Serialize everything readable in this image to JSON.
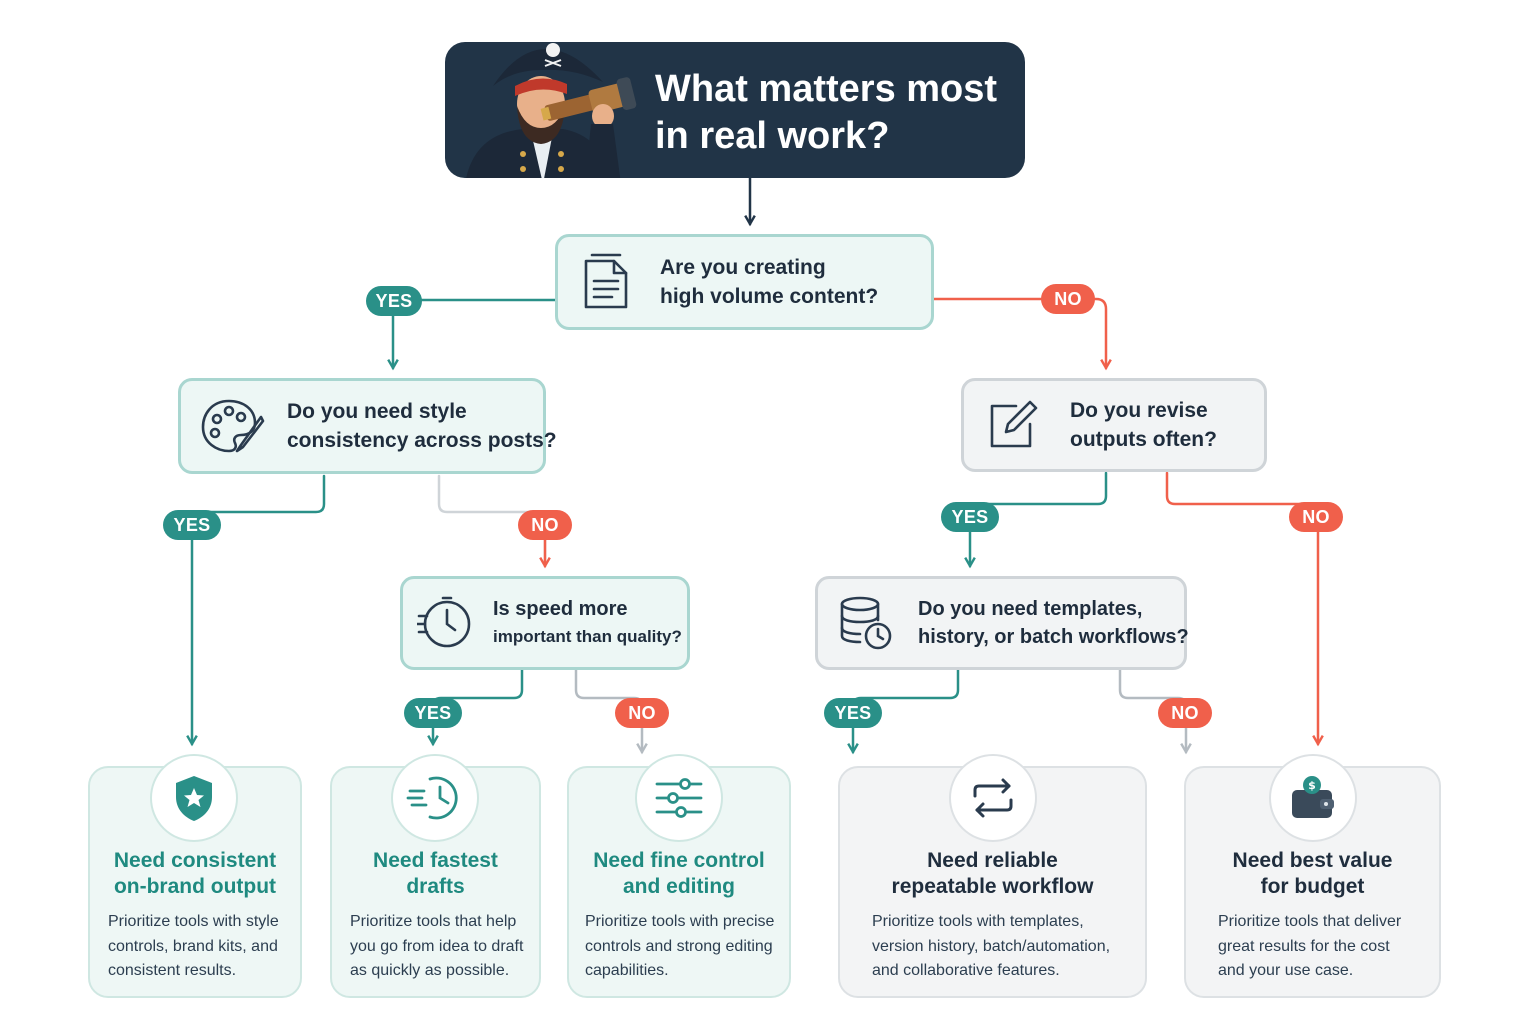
{
  "header": {
    "title_lines": [
      "What matters most",
      "in real work?"
    ],
    "icon": "pirate-telescope-icon"
  },
  "questions": [
    {
      "id": "high-volume",
      "icon": "document-icon",
      "lines": [
        "Are you creating",
        "high volume content?"
      ]
    },
    {
      "id": "style-consistency",
      "icon": "palette-icon",
      "lines": [
        "Do you need style",
        "consistency across posts?"
      ]
    },
    {
      "id": "revise-often",
      "icon": "edit-icon",
      "lines": [
        "Do you revise",
        "outputs often?"
      ]
    },
    {
      "id": "speed-vs-quality",
      "icon": "timer-icon",
      "lines": [
        "Is speed more",
        "important than quality?"
      ]
    },
    {
      "id": "templates-history",
      "icon": "database-clock-icon",
      "lines": [
        "Do you need templates,",
        "history, or batch workflows?"
      ]
    }
  ],
  "branches": {
    "yes": "YES",
    "no": "NO"
  },
  "outcomes": [
    {
      "id": "on-brand",
      "icon": "shield-star-icon",
      "title_lines": [
        "Need consistent",
        "on-brand output"
      ],
      "desc_lines": [
        "Prioritize tools with style",
        "controls, brand kits, and",
        "consistent results."
      ]
    },
    {
      "id": "fastest-drafts",
      "icon": "fast-clock-icon",
      "title_lines": [
        "Need fastest",
        "drafts"
      ],
      "desc_lines": [
        "Prioritize tools that help",
        "you go from idea to draft",
        "as quickly as possible."
      ]
    },
    {
      "id": "fine-control",
      "icon": "sliders-icon",
      "title_lines": [
        "Need fine control",
        "and editing"
      ],
      "desc_lines": [
        "Prioritize tools with precise",
        "controls and strong editing",
        "capabilities."
      ]
    },
    {
      "id": "repeatable-workflow",
      "icon": "repeat-icon",
      "title_lines": [
        "Need reliable",
        "repeatable workflow"
      ],
      "desc_lines": [
        "Prioritize tools with templates,",
        "version history, batch/automation,",
        "and collaborative features."
      ]
    },
    {
      "id": "best-value",
      "icon": "wallet-icon",
      "title_lines": [
        "Need best value",
        "for budget"
      ],
      "desc_lines": [
        "Prioritize tools that deliver",
        "great results for the cost",
        "and your use case."
      ]
    }
  ],
  "colors": {
    "header_bg": "#213447",
    "yes": "#2a9088",
    "no": "#f0604b",
    "teal_box_bg": "#edf7f5",
    "teal_border": "#a9d6d0",
    "gray_border": "#cfd4d8"
  }
}
